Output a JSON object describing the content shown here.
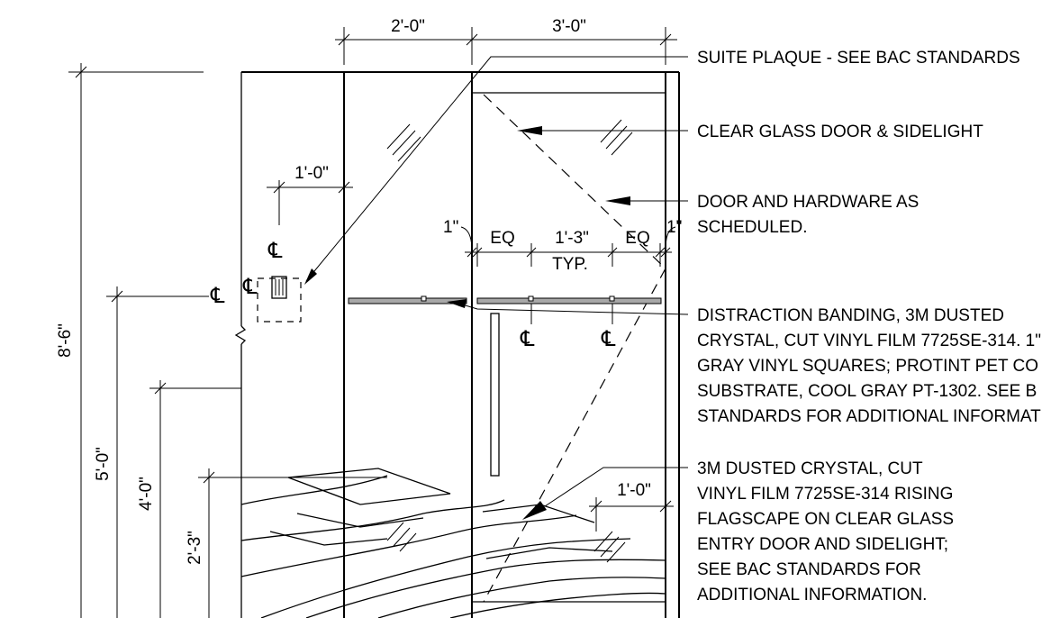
{
  "dimensions": {
    "top_left": "2'-0\"",
    "top_right": "3'-0\"",
    "plaque_offset": "1'-0\"",
    "band_edge_left": "1\"",
    "band_edge_right": "1\"",
    "eq_left": "EQ",
    "eq_right": "EQ",
    "square_spacing": "1'-3\"",
    "typ": "TYP.",
    "overall_height": "8'-6\"",
    "plaque_height": "5'-0\"",
    "button_height": "4'-0\"",
    "film_height": "2'-3\"",
    "film_offset": "1'-0\""
  },
  "notes": {
    "suite_plaque": "SUITE PLAQUE - SEE BAC STANDARDS",
    "clear_glass": "CLEAR GLASS DOOR & SIDELIGHT",
    "door_hardware_1": "DOOR AND HARDWARE AS",
    "door_hardware_2": "SCHEDULED.",
    "banding_1": "DISTRACTION BANDING, 3M DUSTED",
    "banding_2": "CRYSTAL, CUT VINYL FILM 7725SE-314. 1\"",
    "banding_3": "GRAY VINYL SQUARES; PROTINT PET CO",
    "banding_4": "SUBSTRATE, COOL GRAY PT-1302. SEE B",
    "banding_5": "STANDARDS FOR ADDITIONAL INFORMAT",
    "flagscape_1": "3M DUSTED CRYSTAL, CUT",
    "flagscape_2": "VINYL FILM 7725SE-314 RISING",
    "flagscape_3": "FLAGSCAPE ON CLEAR GLASS",
    "flagscape_4": "ENTRY DOOR AND SIDELIGHT;",
    "flagscape_5": "SEE BAC STANDARDS FOR",
    "flagscape_6": "ADDITIONAL INFORMATION."
  }
}
